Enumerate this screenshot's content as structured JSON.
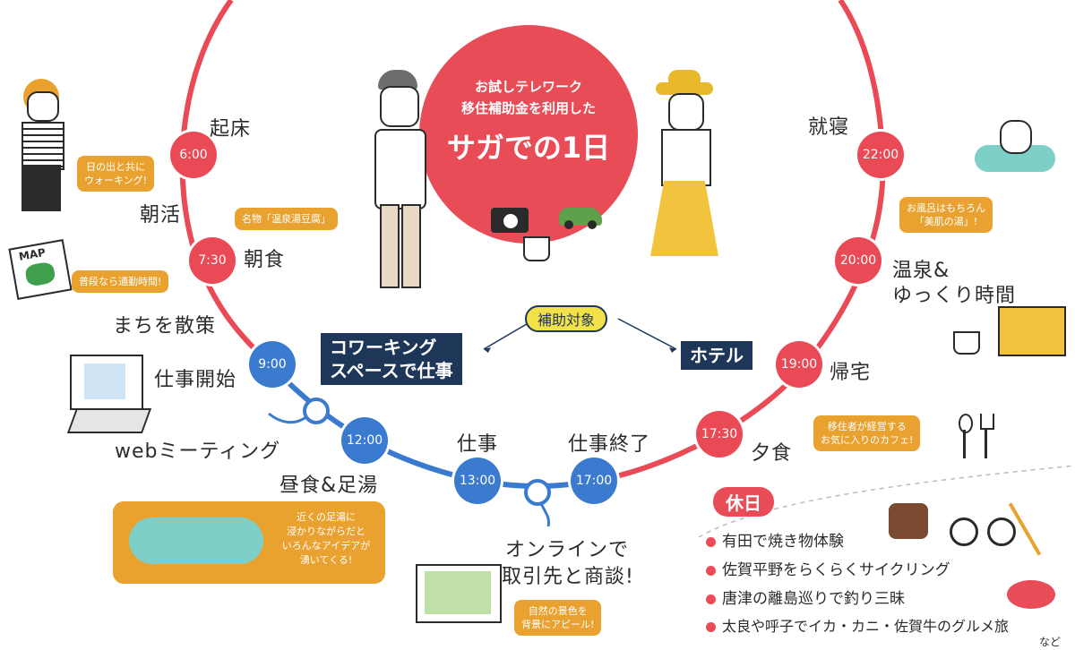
{
  "title": {
    "line1": "お試しテレワーク",
    "line2": "移住補助金を利用した",
    "line3": "サガでの1日"
  },
  "colors": {
    "red": "#e94a56",
    "blue": "#3a7bd0",
    "orange": "#e9a230",
    "navy": "#1e3658"
  },
  "times": {
    "t0600": "6:00",
    "t0730": "7:30",
    "t0900": "9:00",
    "t1200": "12:00",
    "t1300": "13:00",
    "t1700": "17:00",
    "t1730": "17:30",
    "t1900": "19:00",
    "t2000": "20:00",
    "t2200": "22:00"
  },
  "labels": {
    "wake": "起床",
    "morning_act": "朝活",
    "breakfast": "朝食",
    "stroll": "まちを散策",
    "work_start": "仕事開始",
    "web_meeting": "webミーティング",
    "lunch": "昼食&足湯",
    "work": "仕事",
    "work_end": "仕事終了",
    "online": "オンラインで",
    "online2": "取引先と商談!",
    "dinner": "夕食",
    "return": "帰宅",
    "onsen1": "温泉&",
    "onsen2": "ゆっくり時間",
    "sleep": "就寝"
  },
  "bubbles": {
    "walking": [
      "日の出と共に",
      "ウォーキング!"
    ],
    "tofu": "名物「温泉湯豆腐」",
    "commute": "普段なら通勤時間!",
    "footbath": [
      "近くの足湯に",
      "浸かりながらだと",
      "いろんなアイデアが",
      "湧いてくる!"
    ],
    "scenery": [
      "自然の景色を",
      "背景にアピール!"
    ],
    "cafe": [
      "移住者が経営する",
      "お気に入りのカフェ!"
    ],
    "bath": [
      "お風呂はもちろん",
      "「美肌の湯」!"
    ]
  },
  "subsidy": {
    "tag": "補助対象",
    "coworking1": "コワーキング",
    "coworking2": "スペースで仕事",
    "hotel": "ホテル"
  },
  "icons": {
    "map_text": "MAP"
  },
  "holiday": {
    "title": "休日",
    "items": [
      "有田で焼き物体験",
      "佐賀平野をらくらくサイクリング",
      "唐津の離島巡りで釣り三昧",
      "太良や呼子でイカ・カニ・佐賀牛のグルメ旅"
    ],
    "etc": "など"
  }
}
